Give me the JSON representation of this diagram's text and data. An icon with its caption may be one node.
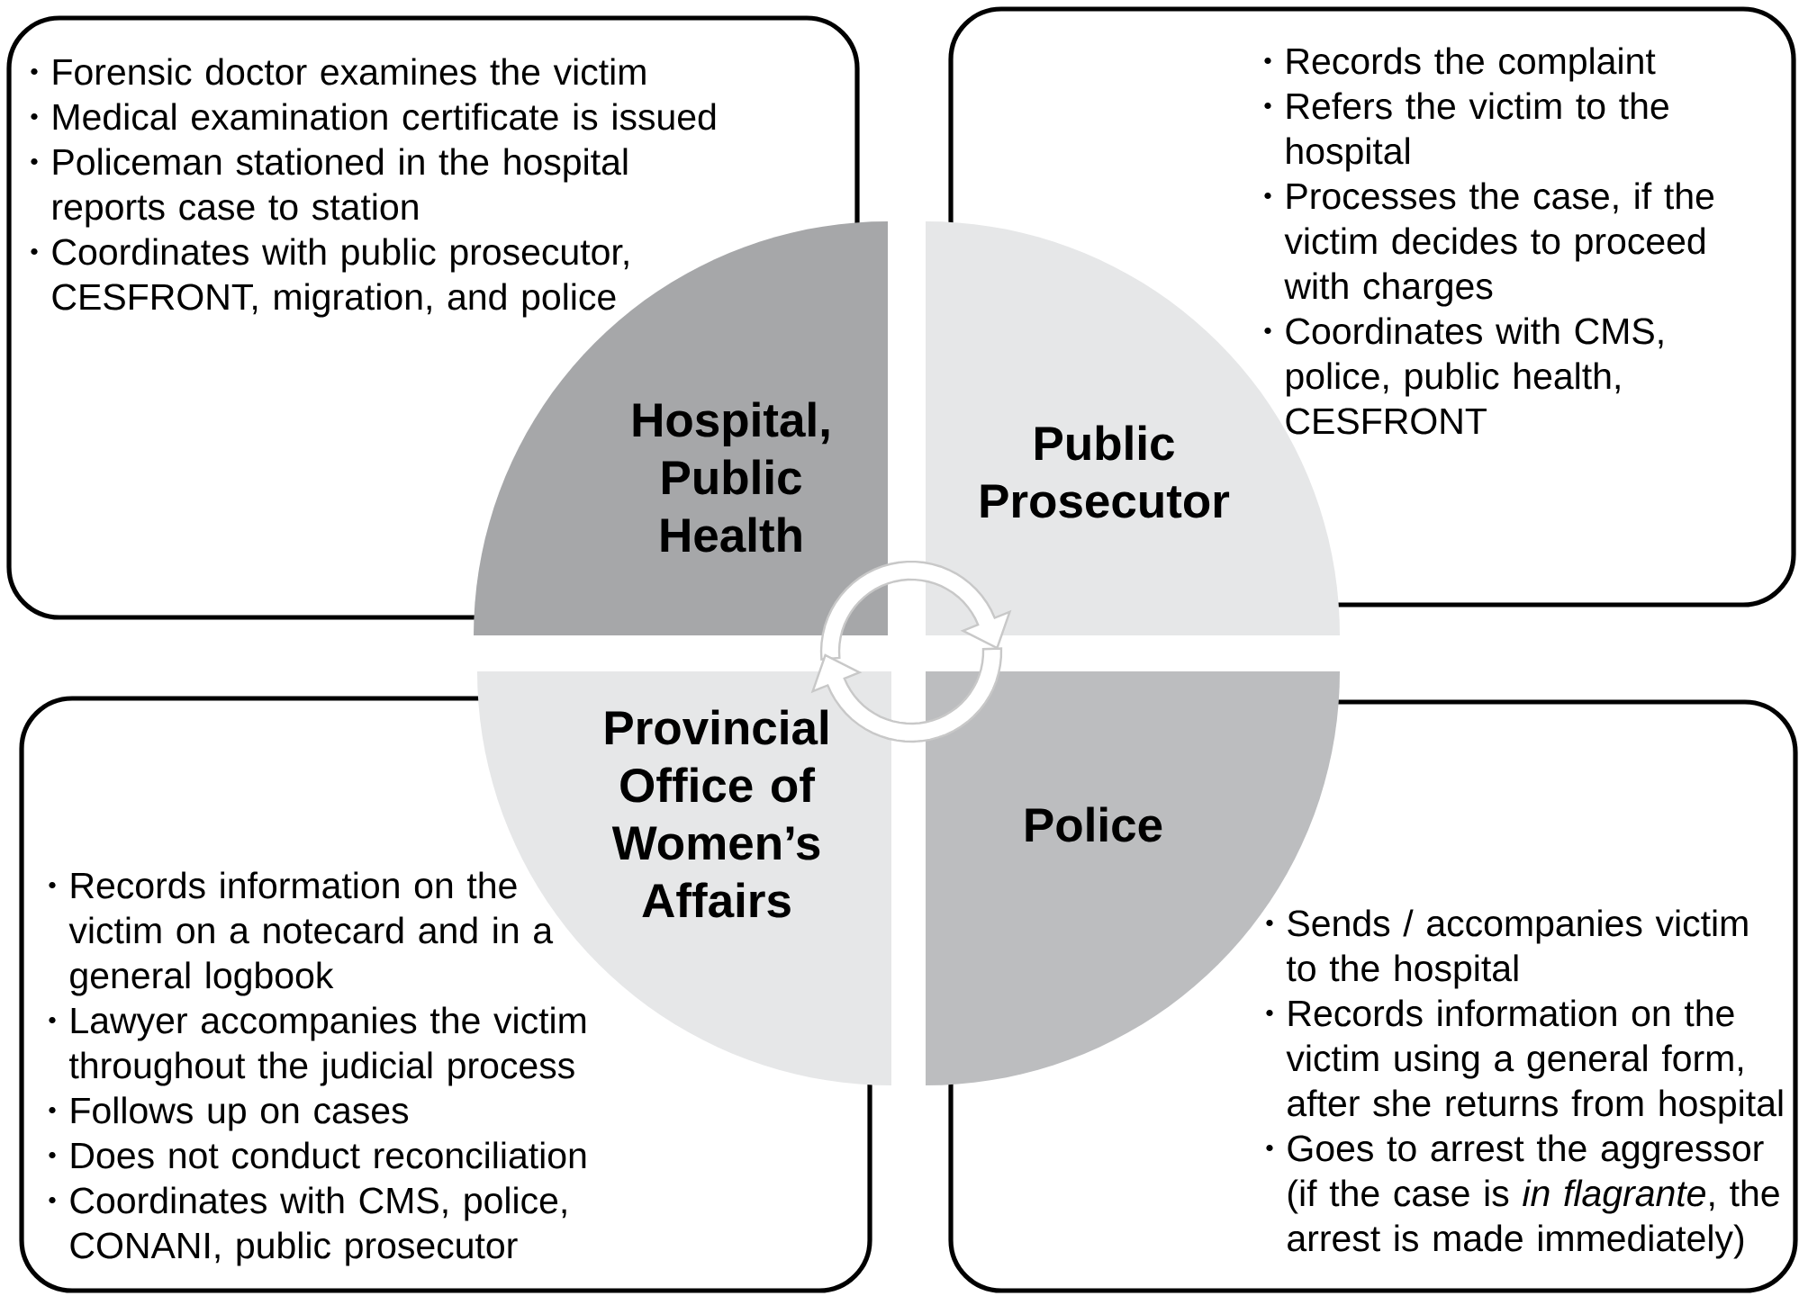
{
  "diagram": {
    "nodes": [
      {
        "text": [
          "Forensic doctor examines the victim",
          "Medical examination certificate is issued",
          "Policeman stationed in the hospital reports case to station",
          "Coordinates with public prosecutor, CESFRONT, migration, and police"
        ]
      },
      {
        "text": [
          "Records the complaint",
          "Refers the victim to the hospital",
          "Processes the case, if the victim decides to proceed with charges",
          "Coordinates with CMS, police, public health, CESFRONT"
        ]
      },
      {
        "text": [
          "Hospital, Public Health"
        ]
      },
      {
        "text": [
          "Public Prosecutor"
        ]
      },
      {
        "text": [
          "Provincial Office of Women’s Affairs"
        ]
      },
      {
        "text": [
          "Police"
        ]
      },
      {
        "text": [
          "Records information on the victim on a notecard and in a general logbook",
          "Lawyer accompanies the victim throughout the judicial process",
          "Follows up on cases",
          "Does not conduct reconciliation",
          "Coordinates with CMS, police, CONANI, public prosecutor"
        ]
      },
      {
        "text": [
          "Sends / accompanies victim to the hospital",
          "Records information on the victim using a general form, after she returns from hospital",
          "Goes to arrest the aggressor (if the case is *in flagrante*, the arrest is made immediately)"
        ]
      }
    ]
  }
}
